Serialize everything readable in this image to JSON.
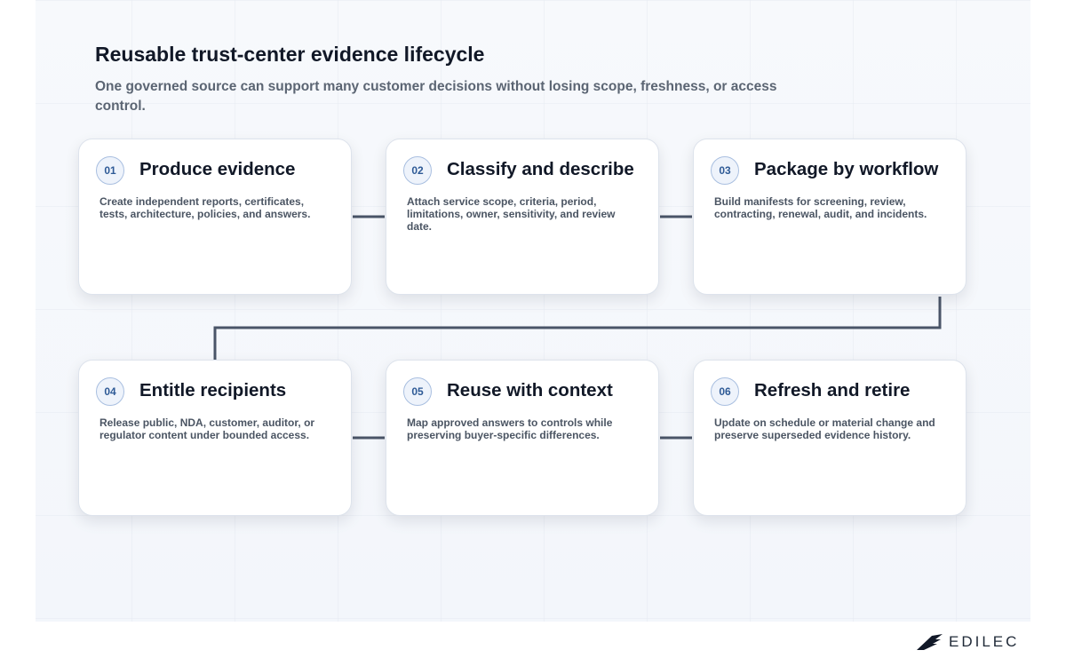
{
  "header": {
    "title": "Reusable trust-center evidence lifecycle",
    "subtitle": "One governed source can support many customer decisions without losing scope, freshness, or access control."
  },
  "steps": [
    {
      "number": "01",
      "title": "Produce evidence",
      "description": "Create independent reports, certificates, tests, architecture, policies, and answers."
    },
    {
      "number": "02",
      "title": "Classify and describe",
      "description": "Attach service scope, criteria, period, limitations, owner, sensitivity, and review date."
    },
    {
      "number": "03",
      "title": "Package by workflow",
      "description": "Build manifests for screening, review, contracting, renewal, audit, and incidents."
    },
    {
      "number": "04",
      "title": "Entitle recipients",
      "description": "Release public, NDA, customer, auditor, or regulator content under bounded access."
    },
    {
      "number": "05",
      "title": "Reuse with context",
      "description": "Map approved answers to controls while preserving buyer-specific differences."
    },
    {
      "number": "06",
      "title": "Refresh and retire",
      "description": "Update on schedule or material change and preserve superseded evidence history."
    }
  ],
  "brand": {
    "name": "EDILEC",
    "logo_icon": "wing-icon"
  },
  "colors": {
    "connector": "#4a5568",
    "badge_text": "#2e5a96",
    "badge_border": "#a9bfe0"
  }
}
